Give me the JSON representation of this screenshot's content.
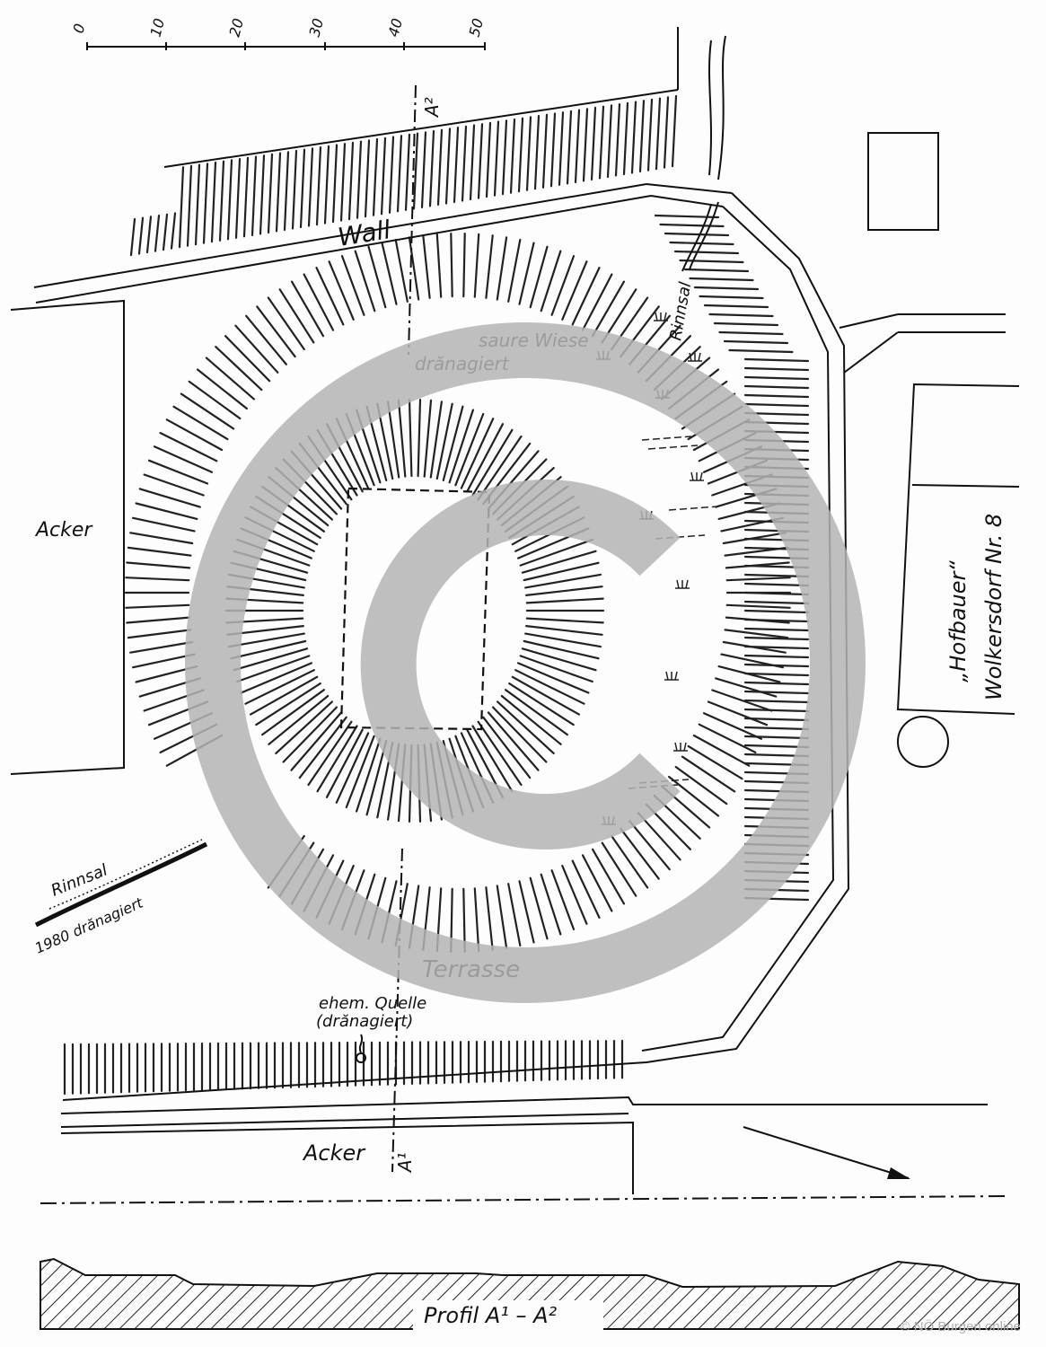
{
  "scale_bar": {
    "ticks": [
      "0",
      "10",
      "20",
      "30",
      "40",
      "50"
    ]
  },
  "labels": {
    "wall": "Wall",
    "saure_wiese": "saure Wiese",
    "draenagiert": "drănagiert",
    "rinnsal_ne": "Rinnsal",
    "rinnsal_sw": "Rinnsal",
    "draenagiert_1980": "1980 drănagiert",
    "acker_west": "Acker",
    "acker_south": "Acker",
    "terrasse": "Terrasse",
    "quelle_line1": "ehem. Quelle",
    "quelle_line2": "(drănagiert)",
    "hofbauer": "„Hofbauer“",
    "wolkersdorf": "Wolkersdorf Nr. 8",
    "section_top": "A²",
    "section_bottom": "A¹",
    "profil": "Profil A¹ – A²"
  },
  "watermark": {
    "symbol": "©",
    "color": "#b4b4b4"
  },
  "credit": "© NÖ Burgen online"
}
